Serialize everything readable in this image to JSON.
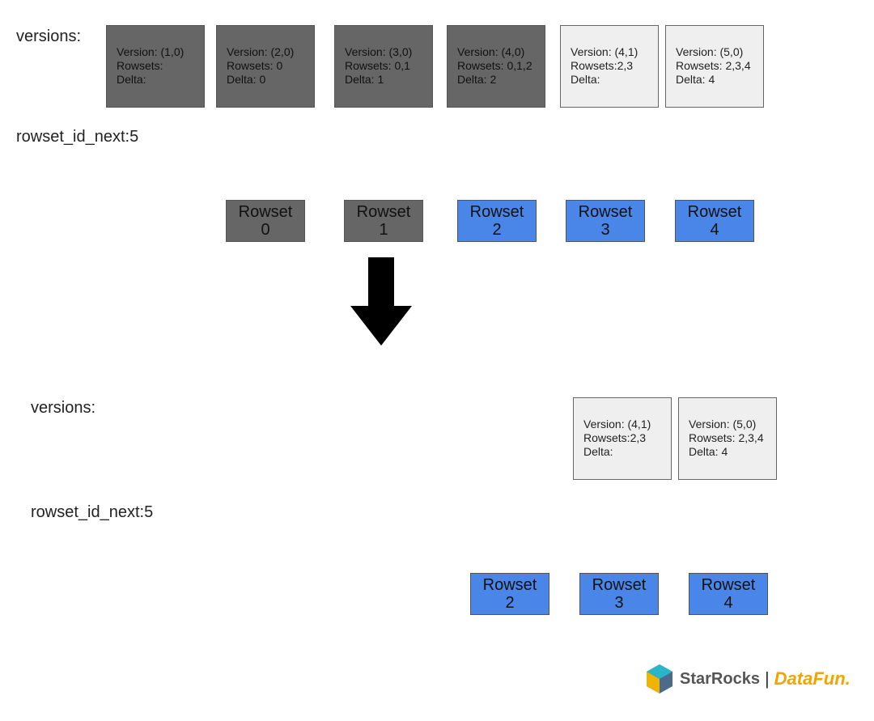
{
  "top": {
    "versions_label": "versions:",
    "next_label": "rowset_id_next:5",
    "versions": [
      {
        "version": "Version: (1,0)",
        "rowsets": "Rowsets:",
        "delta": "Delta:",
        "state": "dark"
      },
      {
        "version": "Version: (2,0)",
        "rowsets": "Rowsets: 0",
        "delta": "Delta: 0",
        "state": "dark"
      },
      {
        "version": "Version: (3,0)",
        "rowsets": "Rowsets: 0,1",
        "delta": "Delta: 1",
        "state": "dark"
      },
      {
        "version": "Version: (4,0)",
        "rowsets": "Rowsets: 0,1,2",
        "delta": "Delta: 2",
        "state": "dark"
      },
      {
        "version": "Version: (4,1)",
        "rowsets": "Rowsets:2,3",
        "delta": "Delta:",
        "state": "light"
      },
      {
        "version": "Version: (5,0)",
        "rowsets": "Rowsets: 2,3,4",
        "delta": "Delta: 4",
        "state": "light"
      }
    ],
    "rowsets": [
      {
        "title": "Rowset",
        "id": "0",
        "state": "dark"
      },
      {
        "title": "Rowset",
        "id": "1",
        "state": "dark"
      },
      {
        "title": "Rowset",
        "id": "2",
        "state": "blue"
      },
      {
        "title": "Rowset",
        "id": "3",
        "state": "blue"
      },
      {
        "title": "Rowset",
        "id": "4",
        "state": "blue"
      }
    ]
  },
  "bottom": {
    "versions_label": "versions:",
    "next_label": "rowset_id_next:5",
    "versions": [
      {
        "version": "Version: (4,1)",
        "rowsets": "Rowsets:2,3",
        "delta": "Delta:",
        "state": "light"
      },
      {
        "version": "Version: (5,0)",
        "rowsets": "Rowsets: 2,3,4",
        "delta": "Delta: 4",
        "state": "light"
      }
    ],
    "rowsets": [
      {
        "title": "Rowset",
        "id": "2",
        "state": "blue"
      },
      {
        "title": "Rowset",
        "id": "3",
        "state": "blue"
      },
      {
        "title": "Rowset",
        "id": "4",
        "state": "blue"
      }
    ]
  },
  "colors": {
    "removed": "#666666",
    "kept_version": "#efefef",
    "rowset_active": "#4a86e8"
  },
  "logo": {
    "brand1": "StarRocks",
    "separator": "|",
    "brand2": "DataFun."
  }
}
